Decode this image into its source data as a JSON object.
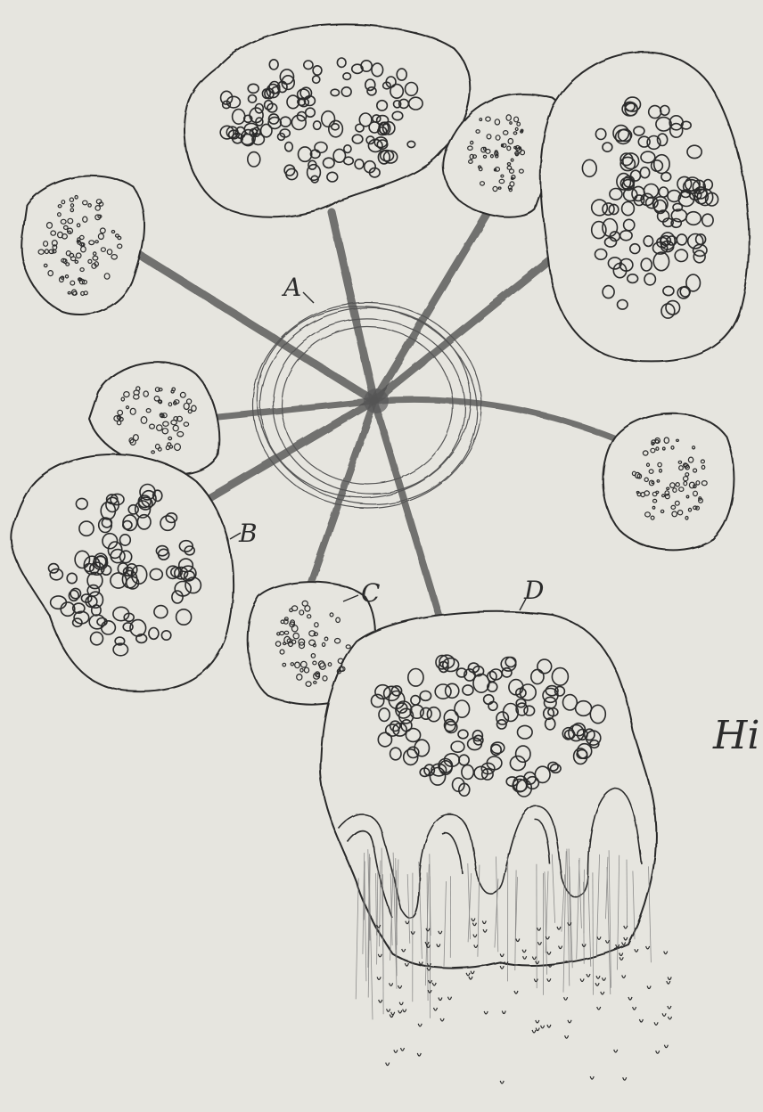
{
  "labels": {
    "a": "A",
    "b": "B",
    "c": "C",
    "d": "D",
    "signature": "Hi"
  },
  "colors": {
    "paper": "#e6e5df",
    "ink": "#2b2b2b",
    "stalk": "#4a4a4a"
  }
}
